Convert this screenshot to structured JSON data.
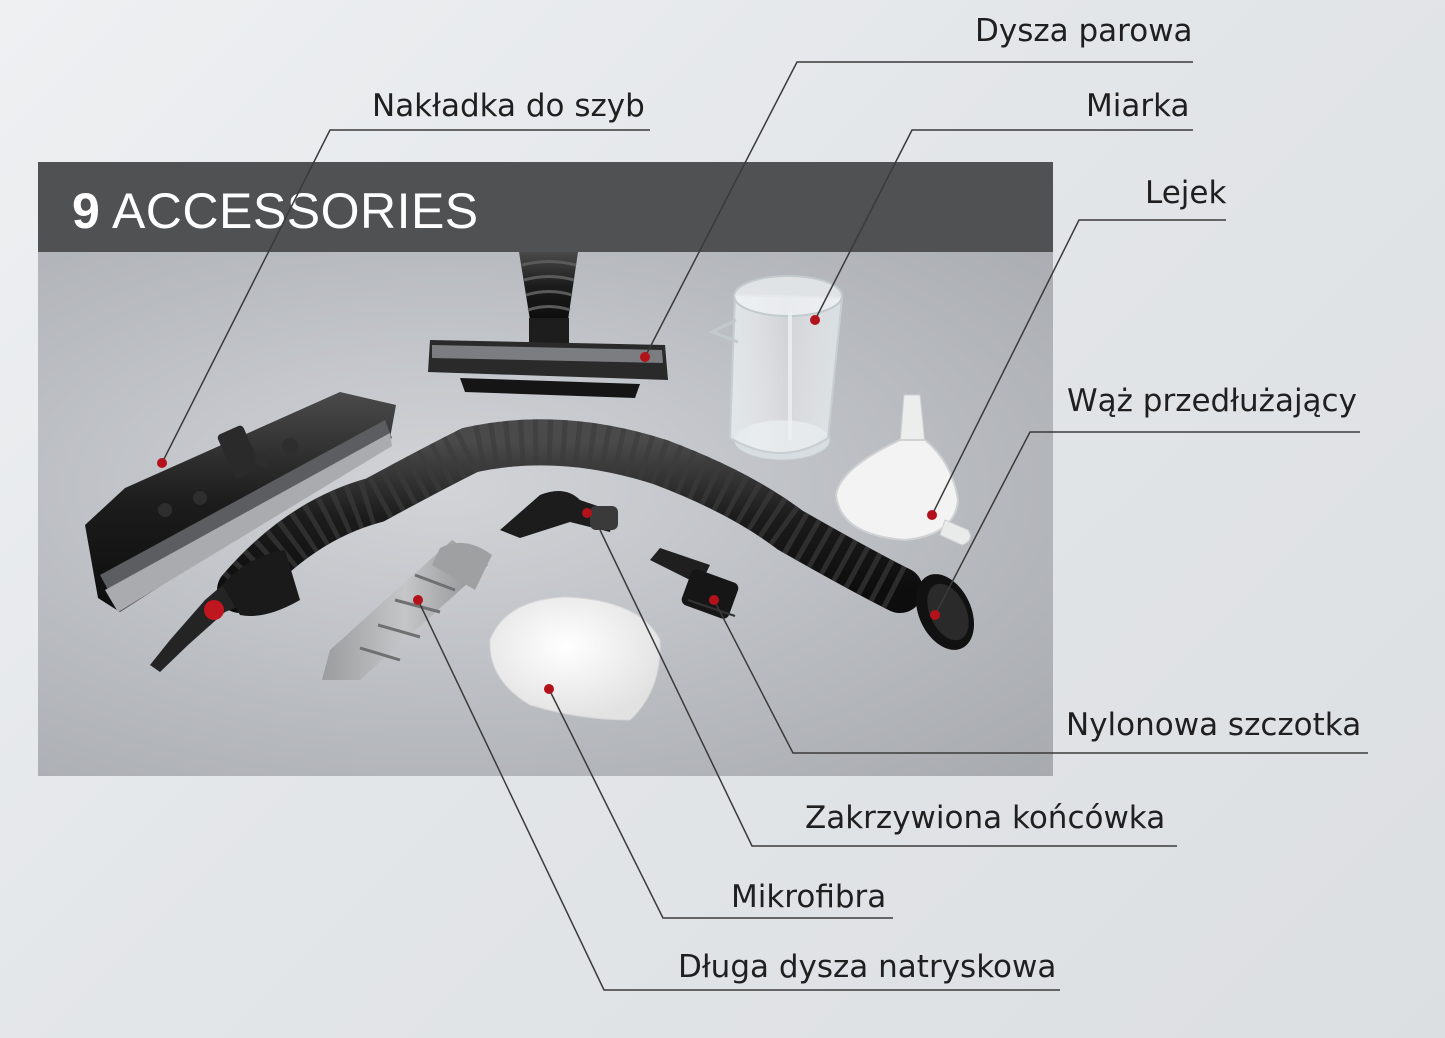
{
  "banner": {
    "count": "9",
    "title": "ACCESSORIES"
  },
  "callouts": [
    {
      "id": "nakladka",
      "label": "Nakładka do szyb"
    },
    {
      "id": "dysza-parowa",
      "label": "Dysza parowa"
    },
    {
      "id": "miarka",
      "label": "Miarka"
    },
    {
      "id": "lejek",
      "label": "Lejek"
    },
    {
      "id": "waz",
      "label": "Wąż przedłużający"
    },
    {
      "id": "nylonowa",
      "label": "Nylonowa szczotka"
    },
    {
      "id": "zakrzywiona",
      "label": "Zakrzywiona końcówka"
    },
    {
      "id": "mikrofibra",
      "label": "Mikrofibra"
    },
    {
      "id": "dluga-dysza",
      "label": "Długa dysza natryskowa"
    }
  ],
  "colors": {
    "banner": "#4f5153",
    "marker": "#b3121b",
    "leader": "#3a3a3a"
  }
}
